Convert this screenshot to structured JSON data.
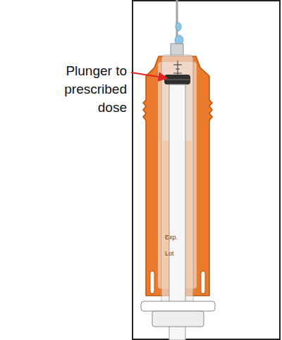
{
  "diagram": {
    "labels": [
      "Plunger to prescribed dose",
      "Exp.",
      "Lot"
    ]
  }
}
